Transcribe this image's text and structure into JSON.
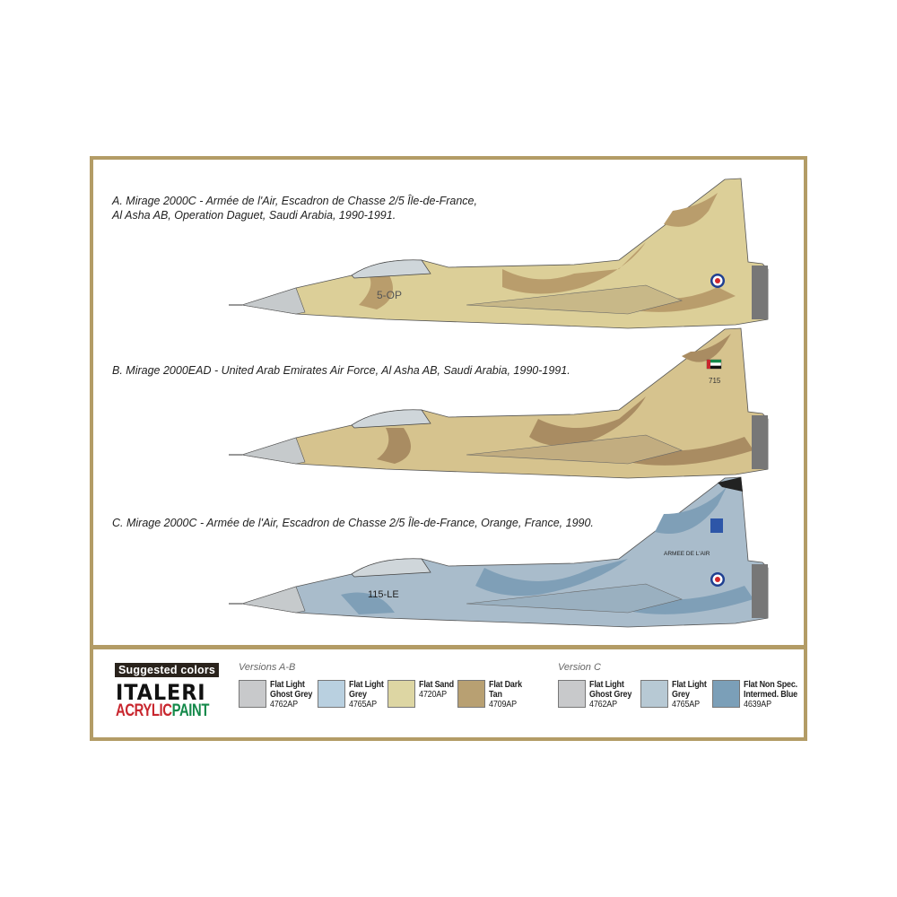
{
  "captions": [
    {
      "line1": "A. Mirage 2000C - Armée de l'Air, Escadron de Chasse 2/5 Île-de-France,",
      "line2": "Al Asha AB, Operation Daguet, Saudi Arabia, 1990-1991.",
      "marking": "5-OP"
    },
    {
      "line1": "B. Mirage 2000EAD - United Arab Emirates Air Force, Al Asha AB, Saudi Arabia, 1990-1991.",
      "tail_number": "715"
    },
    {
      "line1": "C. Mirage 2000C -  Armée de l'Air, Escadron de Chasse 2/5 Île-de-France, Orange, France, 1990.",
      "marking": "115-LE",
      "tail_text": "ARMEE DE L'AIR"
    }
  ],
  "legend": {
    "badge": "Suggested colors",
    "brand": "ITALERI",
    "brand_sub_red": "ACRYLIC",
    "brand_sub_green": "PAINT",
    "groups": [
      {
        "title": "Versions A-B",
        "colors": [
          {
            "name": "Flat Light Ghost Grey",
            "code": "4762AP",
            "hex": "#c8c9cb"
          },
          {
            "name": "Flat Light Grey",
            "code": "4765AP",
            "hex": "#b9d0e0"
          },
          {
            "name": "Flat Sand",
            "code": "4720AP",
            "hex": "#ddd6a3"
          },
          {
            "name": "Flat Dark Tan",
            "code": "4709AP",
            "hex": "#b8a072"
          }
        ]
      },
      {
        "title": "Version C",
        "colors": [
          {
            "name": "Flat Light Ghost Grey",
            "code": "4762AP",
            "hex": "#c8c9cb"
          },
          {
            "name": "Flat Light Grey",
            "code": "4765AP",
            "hex": "#b7c9d4"
          },
          {
            "name": "Flat Non Spec. Intermed. Blue",
            "code": "4639AP",
            "hex": "#7b9fb8"
          }
        ]
      }
    ]
  }
}
